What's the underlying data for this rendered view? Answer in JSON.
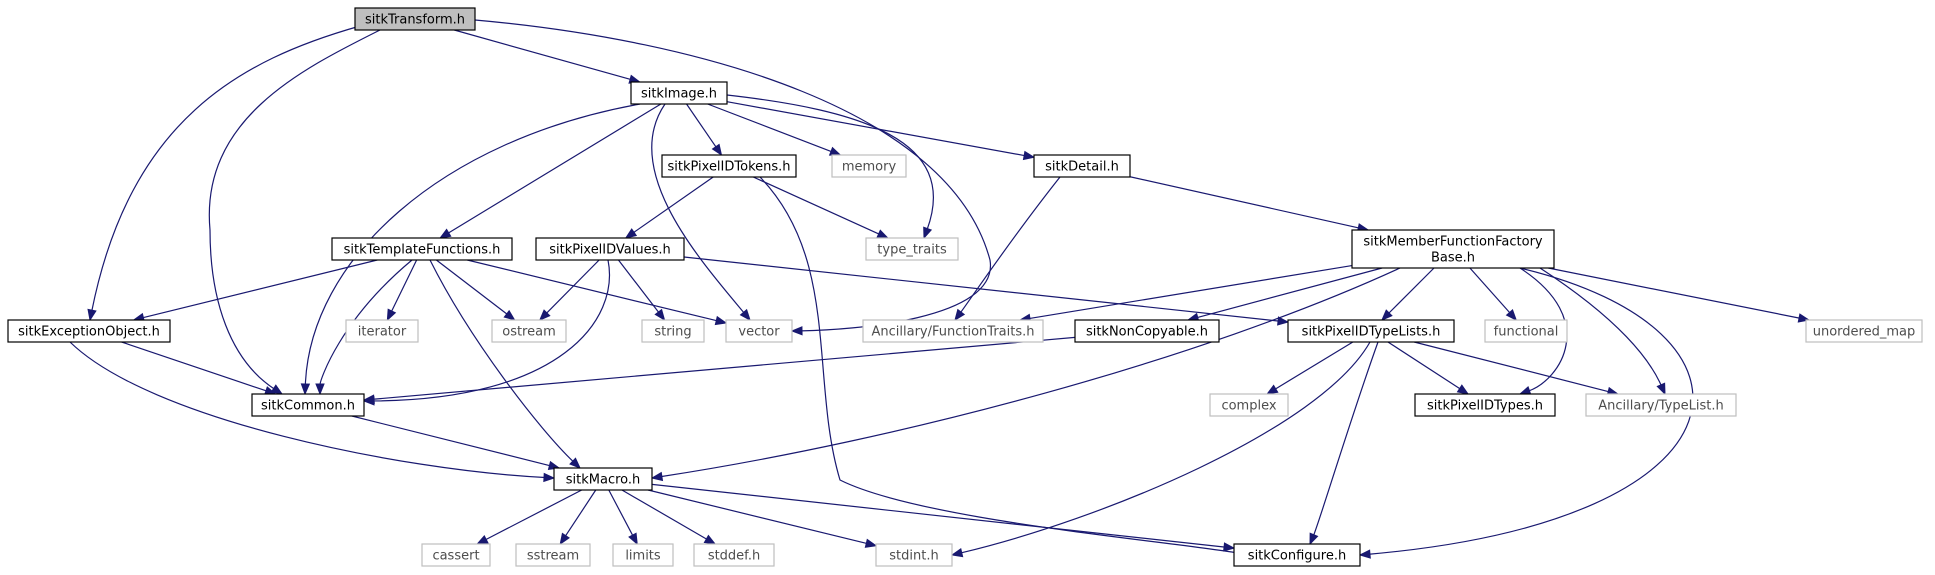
{
  "graph": {
    "colors": {
      "edge": "#191970",
      "local_border": "#000000",
      "system_border": "#bfbfbf",
      "root_fill": "#bfbfbf"
    },
    "nodes": [
      {
        "id": "sitkTransform",
        "label": "sitkTransform.h",
        "kind": "root"
      },
      {
        "id": "sitkImage",
        "label": "sitkImage.h",
        "kind": "local"
      },
      {
        "id": "sitkPixelIDTokens",
        "label": "sitkPixelIDTokens.h",
        "kind": "local"
      },
      {
        "id": "memory",
        "label": "memory",
        "kind": "sys"
      },
      {
        "id": "sitkDetail",
        "label": "sitkDetail.h",
        "kind": "local"
      },
      {
        "id": "type_traits",
        "label": "type_traits",
        "kind": "sys"
      },
      {
        "id": "sitkTemplateFunctions",
        "label": "sitkTemplateFunctions.h",
        "kind": "local"
      },
      {
        "id": "sitkPixelIDValues",
        "label": "sitkPixelIDValues.h",
        "kind": "local"
      },
      {
        "id": "sitkMemberFunctionFactoryBase",
        "label": [
          "sitkMemberFunctionFactory",
          "Base.h"
        ],
        "kind": "local"
      },
      {
        "id": "sitkExceptionObject",
        "label": "sitkExceptionObject.h",
        "kind": "local"
      },
      {
        "id": "iterator",
        "label": "iterator",
        "kind": "sys"
      },
      {
        "id": "ostream",
        "label": "ostream",
        "kind": "sys"
      },
      {
        "id": "string",
        "label": "string",
        "kind": "sys"
      },
      {
        "id": "vector",
        "label": "vector",
        "kind": "sys"
      },
      {
        "id": "FunctionTraits",
        "label": "Ancillary/FunctionTraits.h",
        "kind": "sys"
      },
      {
        "id": "sitkNonCopyable",
        "label": "sitkNonCopyable.h",
        "kind": "local"
      },
      {
        "id": "sitkPixelIDTypeLists",
        "label": "sitkPixelIDTypeLists.h",
        "kind": "local"
      },
      {
        "id": "functional",
        "label": "functional",
        "kind": "sys"
      },
      {
        "id": "unordered_map",
        "label": "unordered_map",
        "kind": "sys"
      },
      {
        "id": "sitkCommon",
        "label": "sitkCommon.h",
        "kind": "local"
      },
      {
        "id": "complex",
        "label": "complex",
        "kind": "sys"
      },
      {
        "id": "sitkPixelIDTypes",
        "label": "sitkPixelIDTypes.h",
        "kind": "local"
      },
      {
        "id": "TypeList",
        "label": "Ancillary/TypeList.h",
        "kind": "sys"
      },
      {
        "id": "sitkMacro",
        "label": "sitkMacro.h",
        "kind": "local"
      },
      {
        "id": "cassert",
        "label": "cassert",
        "kind": "sys"
      },
      {
        "id": "sstream",
        "label": "sstream",
        "kind": "sys"
      },
      {
        "id": "limits",
        "label": "limits",
        "kind": "sys"
      },
      {
        "id": "stddef",
        "label": "stddef.h",
        "kind": "sys"
      },
      {
        "id": "stdint",
        "label": "stdint.h",
        "kind": "sys"
      },
      {
        "id": "sitkConfigure",
        "label": "sitkConfigure.h",
        "kind": "local"
      }
    ],
    "edges": [
      [
        "sitkTransform",
        "sitkImage"
      ],
      [
        "sitkTransform",
        "sitkExceptionObject"
      ],
      [
        "sitkTransform",
        "sitkCommon"
      ],
      [
        "sitkTransform",
        "vector"
      ],
      [
        "sitkImage",
        "sitkPixelIDTokens"
      ],
      [
        "sitkImage",
        "memory"
      ],
      [
        "sitkImage",
        "sitkDetail"
      ],
      [
        "sitkImage",
        "type_traits"
      ],
      [
        "sitkImage",
        "sitkTemplateFunctions"
      ],
      [
        "sitkImage",
        "sitkCommon"
      ],
      [
        "sitkImage",
        "vector"
      ],
      [
        "sitkPixelIDTokens",
        "sitkPixelIDValues"
      ],
      [
        "sitkPixelIDTokens",
        "type_traits"
      ],
      [
        "sitkPixelIDTokens",
        "sitkConfigure"
      ],
      [
        "sitkDetail",
        "sitkMemberFunctionFactoryBase"
      ],
      [
        "sitkDetail",
        "FunctionTraits"
      ],
      [
        "sitkTemplateFunctions",
        "sitkExceptionObject"
      ],
      [
        "sitkTemplateFunctions",
        "iterator"
      ],
      [
        "sitkTemplateFunctions",
        "ostream"
      ],
      [
        "sitkTemplateFunctions",
        "vector"
      ],
      [
        "sitkTemplateFunctions",
        "sitkCommon"
      ],
      [
        "sitkTemplateFunctions",
        "sitkMacro"
      ],
      [
        "sitkPixelIDValues",
        "ostream"
      ],
      [
        "sitkPixelIDValues",
        "string"
      ],
      [
        "sitkPixelIDValues",
        "sitkCommon"
      ],
      [
        "sitkPixelIDValues",
        "sitkPixelIDTypeLists"
      ],
      [
        "sitkMemberFunctionFactoryBase",
        "FunctionTraits"
      ],
      [
        "sitkMemberFunctionFactoryBase",
        "sitkNonCopyable"
      ],
      [
        "sitkMemberFunctionFactoryBase",
        "sitkPixelIDTypeLists"
      ],
      [
        "sitkMemberFunctionFactoryBase",
        "functional"
      ],
      [
        "sitkMemberFunctionFactoryBase",
        "unordered_map"
      ],
      [
        "sitkMemberFunctionFactoryBase",
        "sitkPixelIDTypes"
      ],
      [
        "sitkMemberFunctionFactoryBase",
        "TypeList"
      ],
      [
        "sitkMemberFunctionFactoryBase",
        "sitkMacro"
      ],
      [
        "sitkMemberFunctionFactoryBase",
        "sitkConfigure"
      ],
      [
        "sitkExceptionObject",
        "sitkCommon"
      ],
      [
        "sitkExceptionObject",
        "sitkMacro"
      ],
      [
        "sitkNonCopyable",
        "sitkCommon"
      ],
      [
        "sitkPixelIDTypeLists",
        "complex"
      ],
      [
        "sitkPixelIDTypeLists",
        "sitkPixelIDTypes"
      ],
      [
        "sitkPixelIDTypeLists",
        "TypeList"
      ],
      [
        "sitkPixelIDTypeLists",
        "stdint"
      ],
      [
        "sitkPixelIDTypeLists",
        "sitkConfigure"
      ],
      [
        "sitkCommon",
        "sitkMacro"
      ],
      [
        "sitkMacro",
        "cassert"
      ],
      [
        "sitkMacro",
        "sstream"
      ],
      [
        "sitkMacro",
        "limits"
      ],
      [
        "sitkMacro",
        "stddef"
      ],
      [
        "sitkMacro",
        "stdint"
      ],
      [
        "sitkMacro",
        "sitkConfigure"
      ]
    ]
  }
}
